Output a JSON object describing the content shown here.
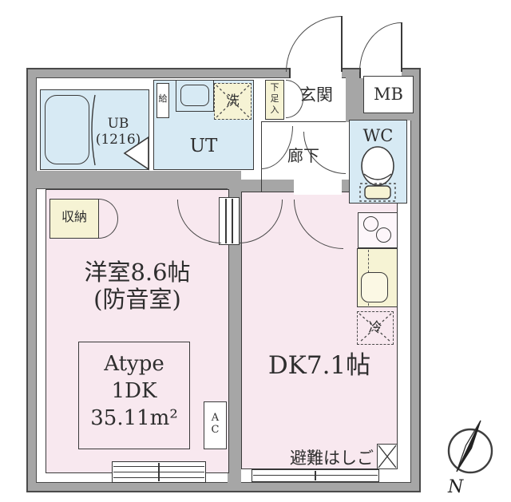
{
  "floorplan": {
    "labels": {
      "ub": "UB\n(1216)",
      "ut": "UT",
      "washer": "洗",
      "supply": "給",
      "shoe": "下\n足\n入",
      "genkan": "玄関",
      "mb": "MB",
      "corridor": "廊下",
      "wc": "WC",
      "closet": "収納",
      "room_main": "洋室8.6帖\n(防音室)",
      "unit": "Atype\n1DK\n35.11m²",
      "ac": "A\nC",
      "dk": "DK7.1帖",
      "fridge": "冷",
      "ladder": "避難はしご",
      "north": "N"
    },
    "colors": {
      "wall": "#a6a6a6",
      "line": "#3a3a3a",
      "room_pink": "#f8e8ef",
      "wet_blue": "#d7eaf4",
      "fixture_yellow": "#f6f3d4",
      "background": "#ffffff"
    }
  }
}
